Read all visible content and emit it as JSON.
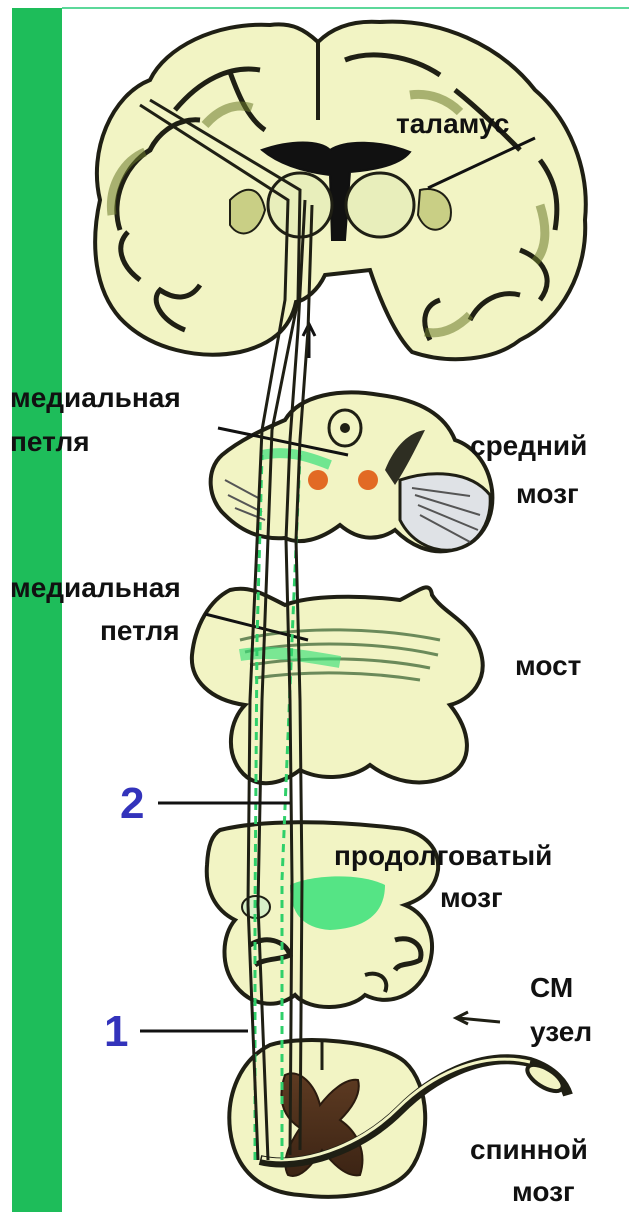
{
  "labels": {
    "thalamus": "таламус",
    "medial_lemniscus_1_line1": "медиальная",
    "medial_lemniscus_1_line2": "петля",
    "midbrain_line1": "средний",
    "midbrain_line2": "мозг",
    "medial_lemniscus_2_line1": "медиальная",
    "medial_lemniscus_2_line2": "петля",
    "pons": "мост",
    "medulla_line1": "продолговатый",
    "medulla_line2": "мозг",
    "ganglion_line1": "СМ",
    "ganglion_line2": "узел",
    "spinal_line1": "спинной",
    "spinal_line2": "мозг"
  },
  "markers": {
    "first": "1",
    "second": "2"
  },
  "colors": {
    "side_bar": "#1ebd5a",
    "tissue": "#f2f4c4",
    "outline": "#1f1f14",
    "gray_matter": "#5a3a22",
    "highlight_green": "#39e07a",
    "nucleus_orange": "#e26a24",
    "marker_blue": "#3333bb"
  }
}
